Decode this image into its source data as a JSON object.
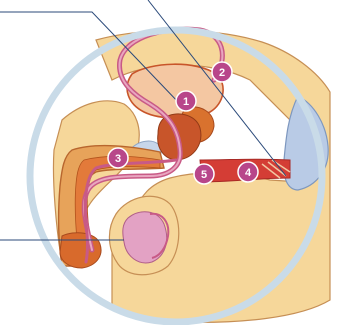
{
  "figure": {
    "markers": [
      {
        "id": "marker-1",
        "label": "1"
      },
      {
        "id": "marker-2",
        "label": "2"
      },
      {
        "id": "marker-3",
        "label": "3"
      },
      {
        "id": "marker-4",
        "label": "4"
      },
      {
        "id": "marker-5",
        "label": "5"
      }
    ],
    "colors": {
      "frame_ring": "#c9dbe8",
      "skin": "#f6d79a",
      "skin_outline": "#c68f55",
      "duct": "#c85a86",
      "duct_light": "#e9a6c0",
      "gland": "#d9722e",
      "gland_dark": "#c8552a",
      "red_tissue": "#d43d35",
      "testis": "#e3a2c4",
      "bone": "#c7d6ea",
      "leader_line": "#2b4a7a",
      "marker_fill": "#b8468a",
      "marker_text": "#ffffff"
    }
  }
}
